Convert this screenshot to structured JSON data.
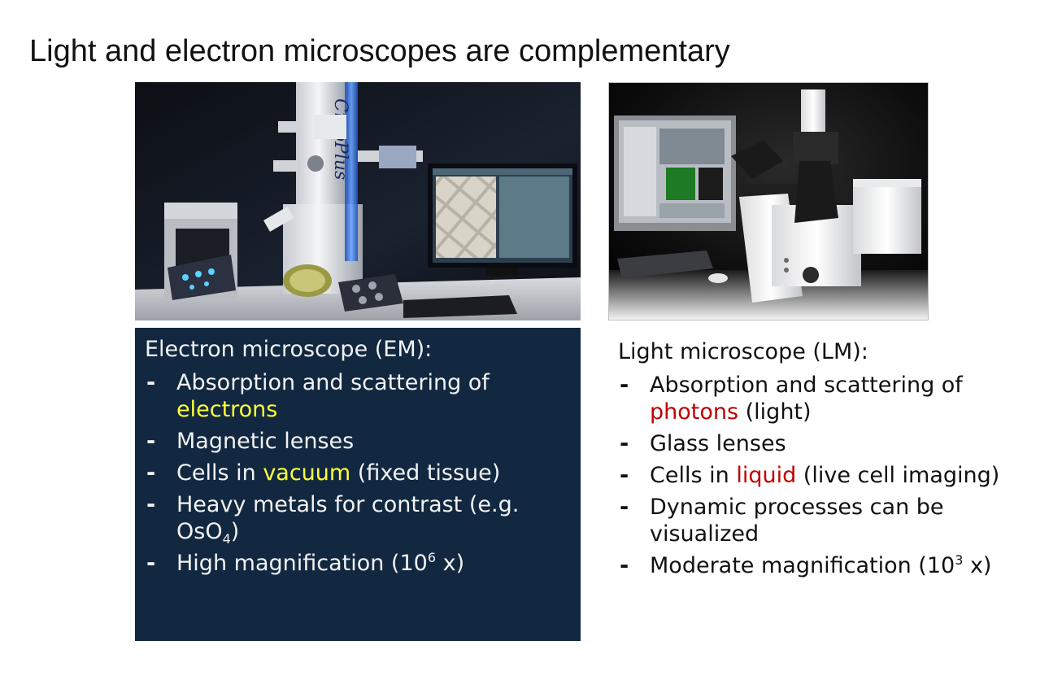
{
  "title": "Light and electron microscopes are complementary",
  "em_photo": {
    "icon": "electron-microscope-photo",
    "column_text": "CryoPlus"
  },
  "lm_photo": {
    "icon": "light-microscope-photo"
  },
  "em": {
    "heading": "Electron microscope (EM):",
    "bullet": "-",
    "points": [
      {
        "pre": "Absorption and scattering of ",
        "hl": "electrons",
        "post": ""
      },
      {
        "text": "Magnetic lenses"
      },
      {
        "pre": "Cells in ",
        "hl": "vacuum",
        "post": " (fixed tissue)"
      },
      {
        "pre": "Heavy metals for contrast (e.g. OsO",
        "sub": "4",
        "post": ")"
      },
      {
        "pre": "High magnification (10",
        "sup": "6",
        "post": " x)"
      }
    ]
  },
  "lm": {
    "heading": "Light microscope (LM):",
    "bullet": "-",
    "points": [
      {
        "pre": "Absorption and scattering of ",
        "hl": "photons",
        "post": " (light)"
      },
      {
        "text": "Glass lenses"
      },
      {
        "pre": "Cells in ",
        "hl": "liquid",
        "post": " (live cell imaging)"
      },
      {
        "text": "Dynamic processes can be visualized"
      },
      {
        "pre": "Moderate magnification (10",
        "sup": "3",
        "post": " x)"
      }
    ]
  },
  "colors": {
    "em_panel_bg": "#122841",
    "em_highlight": "#ffff3a",
    "lm_highlight": "#c00000"
  }
}
